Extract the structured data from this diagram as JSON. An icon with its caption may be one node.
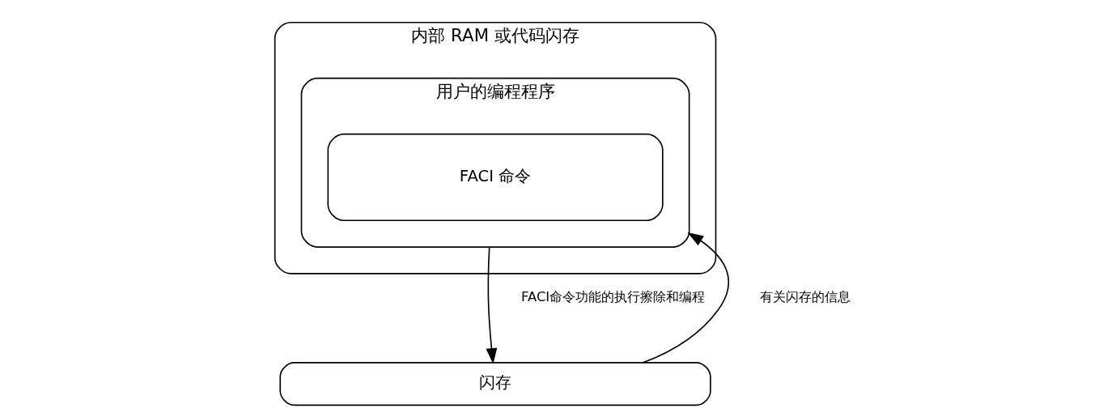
{
  "diagram": {
    "nodes": [
      {
        "text": [
          "内部 RAM 或代码闪存"
        ]
      },
      {
        "text": [
          "用户的编程程序"
        ],
        "in": 0
      },
      {
        "text": [
          "FACI 命令"
        ],
        "in": 1
      },
      {
        "text": [
          "闪存"
        ]
      }
    ],
    "edges": [
      {
        "from": 1,
        "to": 3,
        "arrow": "to",
        "label": "FACI命令功能的执行擦除和编程"
      },
      {
        "from": 3,
        "to": 1,
        "arrow": "to",
        "label": "有关闪存的信息"
      }
    ]
  }
}
